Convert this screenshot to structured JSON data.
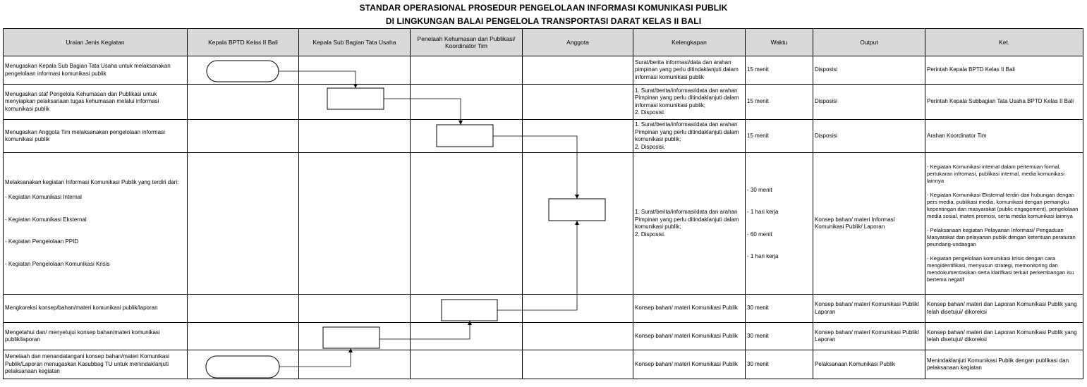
{
  "title_line1": "STANDAR OPERASIONAL PROSEDUR PENGELOLAAN INFORMASI KOMUNIKASI PUBLIK",
  "title_line2": "DI LINGKUNGAN BALAI PENGELOLA TRANSPORTASI DARAT KELAS II BALI",
  "headers": {
    "kegiatan": "Uraian Jenis Kegiatan",
    "kepala": "Kepala BPTD Kelas II Bali",
    "kasubbag": "Kepala Sub Bagian Tata Usaha",
    "penelaah": "Penelaah Kehumasan dan Publikasi/ Koordinator Tim",
    "anggota": "Anggota",
    "kelengkapan": "Kelengkapan",
    "waktu": "Waktu",
    "output": "Output",
    "ket": "Ket."
  },
  "rows": [
    {
      "kegiatan": "Menugaskan Kepala Sub Bagian Tata Usaha untuk melaksanakan pengelolaan informasi komunikasi publik",
      "kelengkapan": "Surat/berita informasi/data dan arahan pimpinan yang perlu ditindaklanjuti dalam informasi komunikasi publik",
      "waktu": "15 menit",
      "output": "Disposisi",
      "ket": "Perintah Kepala BPTD Kelas II Bali"
    },
    {
      "kegiatan": "Menugaskan staf Pengelola Kehumasan dan Publikasi untuk menyiapkan pelaksanaan tugas kehumasan melalui informasi komunikasi publik",
      "kelengkapan": "1. Surat/berita/informasi/data dan arahan Pimpinan yang perlu ditindaklanjuti dalam informasi komunikasi publik;\n2. Disposisi.",
      "waktu": "15 menit",
      "output": "Disposisi",
      "ket": "Perintah Kepala Subbagian Tata Usaha BPTD Kelas II Bali"
    },
    {
      "kegiatan": "Menugaskan Anggota Tim melaksanakan pengelolaan informasi komunikasi publik",
      "kelengkapan": "1. Surat/berita/informasi/data dan arahan Pimpinan yang perlu ditindaklanjuti dalam komunikasi publik;\n2. Disposisi.",
      "waktu": "15 menit",
      "output": "Disposisi",
      "ket": "Arahan Koordinator Tim"
    },
    {
      "kegiatan": "Melaksanakan kegiatan Informasi Komunikasi Publik yang terdiri dari:\n\n- Kegiatan Komunikasi Internal\n\n\n- Kegiatan Komunikasi Eksternal\n\n\n- Kegiatan Pengelolaan PPID\n\n\n- Kegiatan Pengelolaan Komunikasi Krisis",
      "kelengkapan": "1. Surat/berita/informasi/data dan arahan Pimpinan yang perlu ditindaklanjuti dalam komunikasi publik;\n2. Disposisi.",
      "waktu": "- 30 menit\n\n\n- 1 hari kerja\n\n\n- 60 menit\n\n\n- 1 hari kerja",
      "output": "Konsep bahan/ materi Informasi Komunikasi Publik/ Laporan",
      "ket": "- Kegiatan Komunikasi internal dalam pertemuan formal, pertukaran infromasi, publikasi internal, media komunikasi lainnya\n\n- Kegiatan Komunikasi Eksternal terdiri dari hubungan dengan pers media, publikasi media, komunikasi dengan pemangku kepentingan dan masyarakat (public engagement), pengelolaan media sosial, materi promosi, serta media komunikasi lainnya\n\n- Pelaksanaan kegiatan Pelayanan Informasi/ Pengaduan Masyarakat dan pelayanan publik dengan ketentuan peraturan peundang-undangan\n\n- Kegiatan pengelolaan komunikasi krisis dengan cara mengidentifikasi, menyusun strategi, memonitoring dan mendokumentasikan serta klarifkasi terkait perkembangan isu bertema negatif"
    },
    {
      "kegiatan": "Mengkoreksi konsep/bahan/materi komunikasi publik/laporan",
      "kelengkapan": "Konsep bahan/ materi Komunikasi Publik",
      "waktu": "30 menit",
      "output": "Konsep bahan/ materi Komunikasi Publik/ Laporan",
      "ket": "Konsep bahan/ materi dan Laporan Komunikasi Publik yang telah disetujui/ dikoreksi"
    },
    {
      "kegiatan": "Mengetahui dan/ menyetujui konsep bahan/materi komunikasi publik/laporan",
      "kelengkapan": "Konsep bahan/ materi Komunikasi Publik",
      "waktu": "30 menit",
      "output": "Konsep bahan/ materi Komunikasi Publik/ Laporan",
      "ket": "Konsep bahan/ materi dan Laporan Komunikasi Publik yang telah disetujui/ dikoreksi"
    },
    {
      "kegiatan": "Menelaah dan menandatangani konsep bahan/materi Komunikasi Publik/Laporan menugaskan Kasubbag TU untuk menindaklanjuti pelaksanaan kegiatan",
      "kelengkapan": "Konsep bahan/ materi Komunikasi Publik",
      "waktu": "30 menit",
      "output": "Pelaksanaan Komunikasi Publik",
      "ket": "Menindaklanjuti Komunikasi Publik dengan publikasi dan pelaksanaan kegiatan"
    }
  ]
}
